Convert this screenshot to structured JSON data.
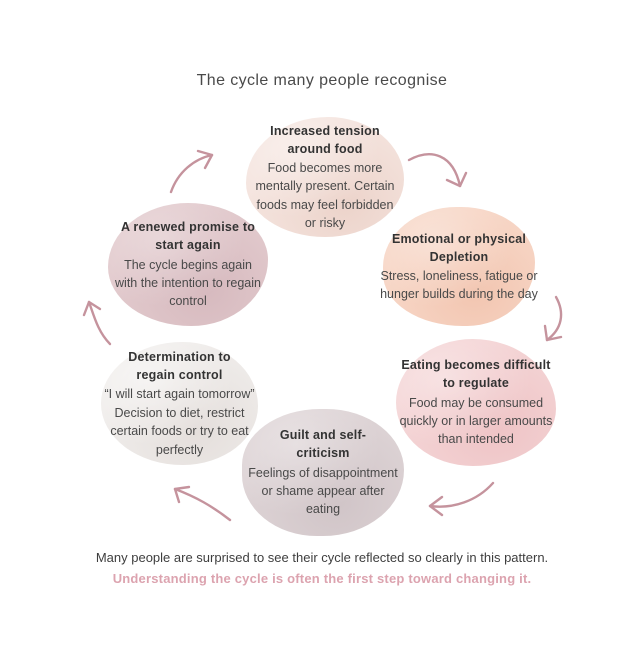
{
  "title": "The cycle many people recognise",
  "nodes": [
    {
      "id": "increased-tension",
      "title": "Increased tension around food",
      "body": "Food becomes more mentally present. Certain foods may feel forbidden or risky",
      "color": "#f4e3dd"
    },
    {
      "id": "emotional-depletion",
      "title": "Emotional or physical Depletion",
      "body": "Stress, loneliness, fatigue or hunger builds during the day",
      "color": "#f7d6c6"
    },
    {
      "id": "eating-difficult-to-regulate",
      "title": "Eating becomes difficult to regulate",
      "body": "Food may be consumed quickly or in larger amounts than intended",
      "color": "#f4d4d5"
    },
    {
      "id": "guilt-self-criticism",
      "title": "Guilt and self-criticism",
      "body": "Feelings of disappointment or shame appear after eating",
      "color": "#ddd3d5"
    },
    {
      "id": "determination-regain-control",
      "title": "Determination to regain control",
      "quote": "“I will start again tomorrow”",
      "body": "Decision to diet, restrict certain foods or try to eat perfectly",
      "color": "#efecea"
    },
    {
      "id": "renewed-promise",
      "title": "A renewed promise to start again",
      "body": "The cycle begins again with the intention to regain control",
      "color": "#e2cacd"
    }
  ],
  "arrows": [
    {
      "from": "increased-tension",
      "to": "emotional-depletion"
    },
    {
      "from": "emotional-depletion",
      "to": "eating-difficult-to-regulate"
    },
    {
      "from": "eating-difficult-to-regulate",
      "to": "guilt-self-criticism"
    },
    {
      "from": "guilt-self-criticism",
      "to": "determination-regain-control"
    },
    {
      "from": "determination-regain-control",
      "to": "renewed-promise"
    },
    {
      "from": "renewed-promise",
      "to": "increased-tension"
    }
  ],
  "footer": {
    "line1": "Many people are surprised to see their cycle reflected so clearly in this pattern.",
    "line2": "Understanding the cycle is often the first step toward changing it."
  },
  "colors": {
    "arrow": "#c5939d",
    "accent_text": "#dca3af",
    "title_text": "#4a4a4a",
    "node_title_text": "#333333",
    "node_body_text": "#494949",
    "background": "#ffffff"
  }
}
